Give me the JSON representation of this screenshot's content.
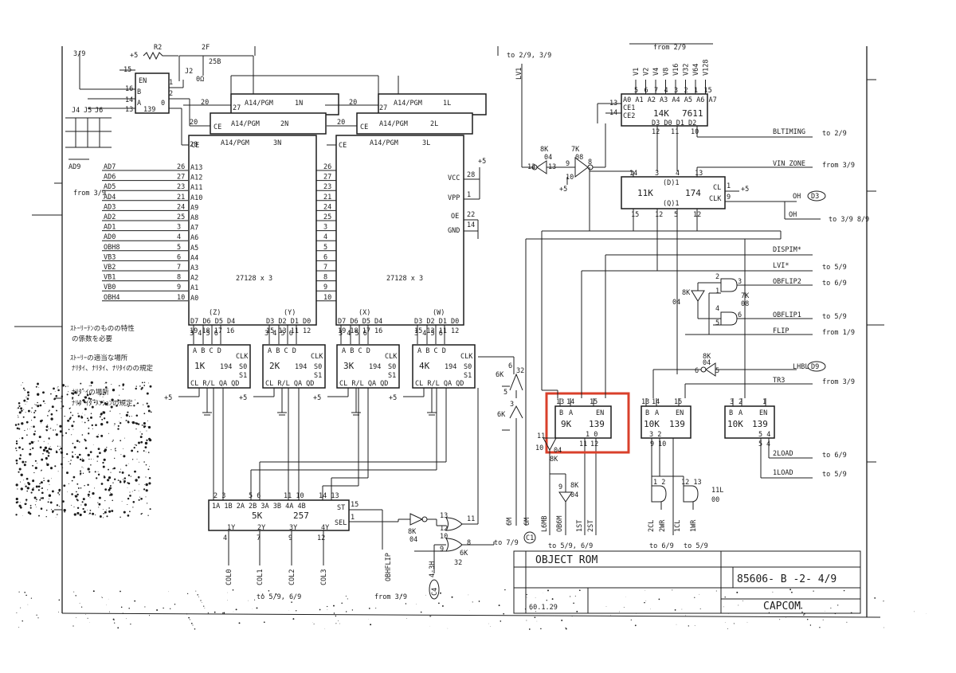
{
  "page_ref": "3/9",
  "from_3_9_left": "from\n3/9",
  "jumper": {
    "r2": "R2",
    "plus5": "+5",
    "j2": "J2",
    "ohm": "0Ω",
    "n2f": "2F",
    "n25b": "25B"
  },
  "chip_139_top": {
    "en": "EN",
    "b": "B",
    "a": "A",
    "part": "139",
    "pins": [
      "15",
      "16",
      "14",
      "13",
      "1",
      "2",
      "0"
    ]
  },
  "jumpers_row": [
    "J4",
    "J5",
    "J6"
  ],
  "ad9": "AD9",
  "rom_n": {
    "n1": "1N",
    "n2": "2N",
    "n3": "3N",
    "ce": "CE",
    "a14": "A14/PGM",
    "label": "27128 x 3",
    "pins_top": "(Z)",
    "pins_top2": "(Y)"
  },
  "rom_l": {
    "n1": "1L",
    "n2": "2L",
    "n3": "3L",
    "label": "27128 x 3",
    "pins_top": "(X)",
    "pins_top2": "(W)",
    "vcc": "VCC",
    "vpp": "VPP",
    "oe": "OE",
    "gnd": "GND",
    "p28": "28",
    "p1": "1",
    "p22": "22",
    "p14": "14",
    "plus5": "+5"
  },
  "address_inputs": [
    {
      "sig": "AD7",
      "pin": "26",
      "a": "A13"
    },
    {
      "sig": "AD6",
      "pin": "27",
      "a": "A12"
    },
    {
      "sig": "AD5",
      "pin": "23",
      "a": "A11"
    },
    {
      "sig": "AD4",
      "pin": "21",
      "a": "A10"
    },
    {
      "sig": "AD3",
      "pin": "24",
      "a": "A9"
    },
    {
      "sig": "AD2",
      "pin": "25",
      "a": "A8"
    },
    {
      "sig": "AD1",
      "pin": "3",
      "a": "A7"
    },
    {
      "sig": "AD0",
      "pin": "4",
      "a": "A6"
    },
    {
      "sig": "OBH8",
      "pin": "5",
      "a": "A5"
    },
    {
      "sig": "VB3",
      "pin": "6",
      "a": "A4"
    },
    {
      "sig": "VB2",
      "pin": "7",
      "a": "A3"
    },
    {
      "sig": "VB1",
      "pin": "8",
      "a": "A2"
    },
    {
      "sig": "VB0",
      "pin": "9",
      "a": "A1"
    },
    {
      "sig": "OBH4",
      "pin": "10",
      "a": "A0"
    }
  ],
  "data_pins_z": "D7 D6 D5 D4",
  "data_pins_y": "D3 D2 D1 D0",
  "shift_regs": [
    {
      "id": "1K",
      "part": "194"
    },
    {
      "id": "2K",
      "part": "194"
    },
    {
      "id": "3K",
      "part": "194"
    },
    {
      "id": "4K",
      "part": "194"
    }
  ],
  "sr_labels": {
    "abcd": "A B C D",
    "clk": "CLK",
    "so": "S0",
    "s1": "S1",
    "cl": "CL R/L QA QD",
    "plus5": "+5"
  },
  "mux_5k": {
    "id": "5K",
    "part": "257",
    "inputs": "1A 1B  2A 2B  3A 3B  4A 4B",
    "st": "ST",
    "sel": "SEL",
    "outputs": [
      "1Y",
      "2Y",
      "3Y",
      "4Y"
    ],
    "out_pins": [
      "4",
      "7",
      "9",
      "12"
    ]
  },
  "col_outputs": [
    "COL0",
    "COL1",
    "COL2",
    "COL3"
  ],
  "to_5_9_6_9_bottom": "to 5/9, 6/9",
  "notes_jp": [
    "ｽﾄｰﾘｰﾃﾝのものの特性",
    "の係数を必要",
    "ｽﾄｰﾘｰの適当な場所",
    "ﾅﾘﾀｲ、ﾅﾘﾀｲ、ﾅﾘﾀｲのの規定",
    "ﾅﾘﾀﾞｲの場所",
    "ﾅﾘﾀﾞｲﾀﾞﾒﾝｼｮﾝの規定"
  ],
  "obhflip": "OBHFLIP",
  "c4": "C4",
  "n4_3h": "4-3H",
  "from_3_9_bottom": "from 3/9",
  "to_7_9": "to 7/9",
  "gates_bottom": {
    "g8k": "8K",
    "g8k_sub": "04",
    "g6k": "6K",
    "g6k_sub": "32"
  },
  "chip_9k": {
    "id": "9K",
    "part": "139",
    "b": "B",
    "a": "A",
    "en": "EN",
    "pins_top": [
      "13",
      "14",
      "15"
    ],
    "outs": "1 0",
    "pins_bot": [
      "11",
      "12"
    ]
  },
  "chip_10k_a": {
    "id": "10K",
    "part": "139",
    "b": "B",
    "a": "A",
    "en": "EN",
    "pins_top": [
      "13",
      "14",
      "15"
    ],
    "outs": "3 2",
    "pins_bot": [
      "9",
      "10"
    ]
  },
  "chip_10k_b": {
    "id": "10K",
    "part": "139",
    "b": "B",
    "a": "A",
    "en": "EN",
    "pins_top": [
      "3",
      "2",
      "1"
    ],
    "outs": "5 4",
    "pins_bot": [
      "5",
      "4"
    ]
  },
  "chip_14k": {
    "id": "14K",
    "part": "7611",
    "addr": "A0 A1 A2 A3 A4 A5 A6 A7",
    "ce1": "CE1",
    "ce2": "CE2",
    "d": "D3  D0  D1  D2",
    "pins_top": [
      "5",
      "6",
      "7",
      "4",
      "3",
      "2",
      "1",
      "15"
    ],
    "pins_bot": [
      "12",
      "11",
      "10"
    ]
  },
  "chip_11k": {
    "id": "11K",
    "part": "174",
    "cl": "CL",
    "clk": "CLK",
    "plus5": "+5",
    "d1": "(D)1",
    "q1": "(Q)1",
    "pins_top": [
      "14",
      "3",
      "4",
      "13"
    ],
    "pins_bot": [
      "15",
      "12",
      "5",
      "12"
    ]
  },
  "vsig_top": [
    "V1",
    "V2",
    "V4",
    "V8",
    "V16",
    "V32",
    "V64",
    "V128"
  ],
  "from_2_9": "from 2/9",
  "to_2_9_3_9": "to 2/9, 3/9",
  "lv1": "LV1",
  "right_signals": [
    {
      "sig": "BLTIMING",
      "ref": "to 2/9"
    },
    {
      "sig": "VIN ZONE",
      "ref": "from 3/9"
    },
    {
      "sig": "OH",
      "ref": "D3"
    },
    {
      "sig": "OH",
      "ref": "to 3/9  8/9"
    },
    {
      "sig": "DISPIM*",
      "ref": ""
    },
    {
      "sig": "LVI*",
      "ref": "to 5/9"
    },
    {
      "sig": "OBFLIP2",
      "ref": "to 6/9"
    },
    {
      "sig": "OBFLIP1",
      "ref": "to 5/9"
    },
    {
      "sig": "FLIP",
      "ref": "from 1/9"
    },
    {
      "sig": "LHBL",
      "ref": "D9"
    },
    {
      "sig": "TR3",
      "ref": "from 3/9"
    },
    {
      "sig": "2LOAD",
      "ref": "to 6/9"
    },
    {
      "sig": "1LOAD",
      "ref": "to 5/9"
    }
  ],
  "gates_right": {
    "g8k": "8K",
    "g04": "04",
    "g7k": "7K",
    "g08": "08",
    "g8k2": "8K",
    "g04b": "04"
  },
  "bottom_mid_signals": [
    "6M",
    "6M",
    "L6MB",
    "OB6M",
    "1ST",
    "2ST",
    "2CL",
    "2WR",
    "1CL",
    "1WR"
  ],
  "bottom_mid_refs": [
    "to 5/9, 6/9",
    "to 6/9",
    "to 5/9"
  ],
  "gate_11l": {
    "id": "11L",
    "sub": "00"
  },
  "gate_8k_04_mid": {
    "id": "8K",
    "sub": "04"
  },
  "title_block": {
    "title": "OBJECT   ROM",
    "doc": "85606- B -2- 4/9",
    "company": "CAPCOM",
    "date": "60.1.29"
  },
  "highlight_color": "#d9402b"
}
